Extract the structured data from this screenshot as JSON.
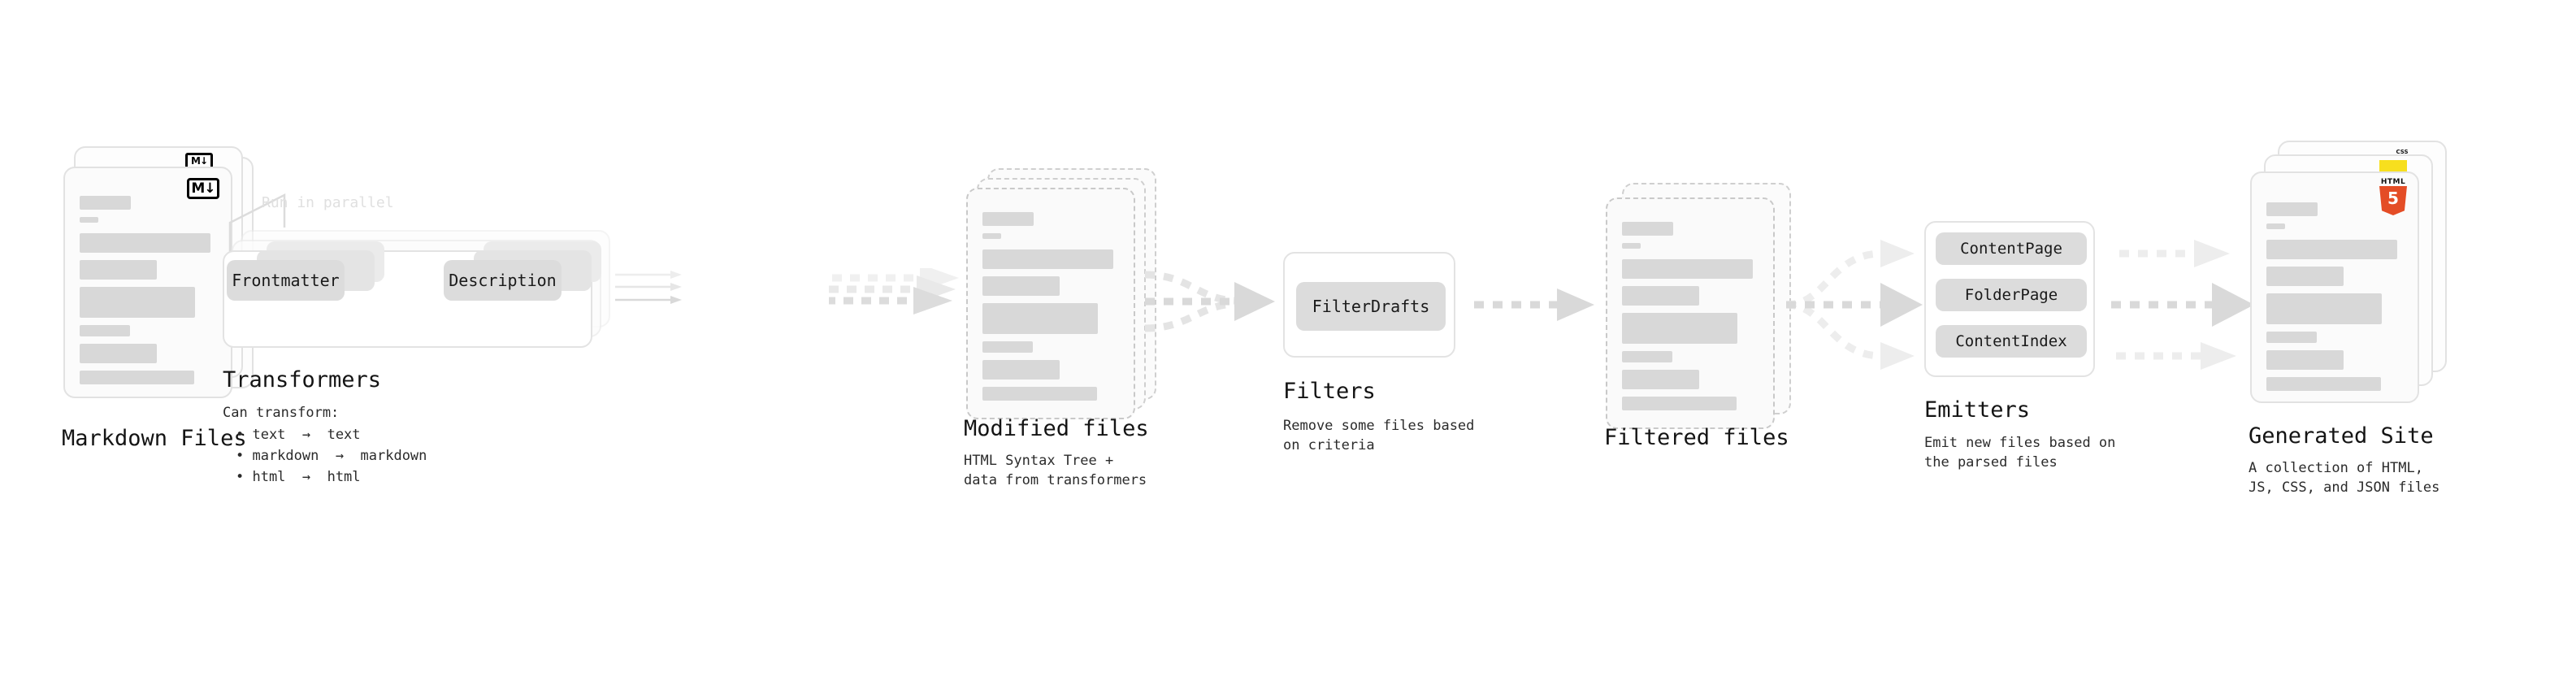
{
  "diagram": {
    "title_font_note": "",
    "colors": {
      "bar": "#d8d8d8",
      "chip": "#dcdcdc",
      "arrow": "#d9d9d9",
      "arrow_faint": "#ededed",
      "card_border": "#e2e2e2",
      "dashed_border": "#c9c9c9",
      "html5_orange": "#e44d26",
      "js_yellow": "#f7df1e",
      "css_blue": "#264de4",
      "text": "#141414"
    }
  },
  "stages": [
    {
      "id": "markdown-files",
      "title": "Markdown Files",
      "sub": "",
      "badge": "M↓",
      "badge_name": "markdown-icon"
    },
    {
      "id": "transformers",
      "title": "Transformers",
      "sub": "Can transform:",
      "bullets": [
        "• text  →  text",
        "• markdown  →  markdown",
        "• html  →  html"
      ],
      "annotation": "Run in parallel",
      "chips": [
        "Frontmatter",
        "Description"
      ]
    },
    {
      "id": "modified-files",
      "title": "Modified files",
      "sub": "HTML Syntax Tree +\ndata from transformers"
    },
    {
      "id": "filters",
      "title": "Filters",
      "sub": "Remove some files based\non criteria",
      "chips": [
        "FilterDrafts"
      ]
    },
    {
      "id": "filtered-files",
      "title": "Filtered files",
      "sub": ""
    },
    {
      "id": "emitters",
      "title": "Emitters",
      "sub": "Emit new files based on\nthe parsed files",
      "chips": [
        "ContentPage",
        "FolderPage",
        "ContentIndex"
      ]
    },
    {
      "id": "generated-site",
      "title": "Generated Site",
      "sub": "A collection of HTML,\nJS, CSS, and JSON files",
      "badges": [
        "HTML5",
        "JS",
        "CSS"
      ]
    }
  ]
}
